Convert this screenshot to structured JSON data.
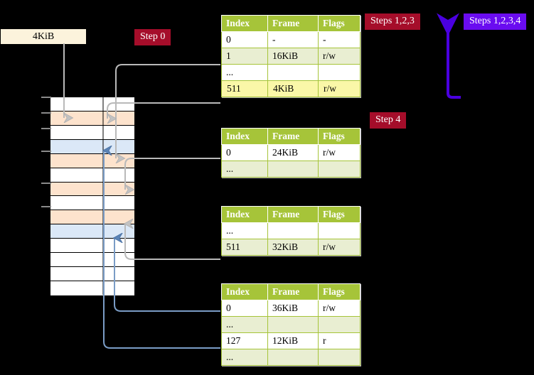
{
  "labels": {
    "step0": "Step 0",
    "step4": "Step 4",
    "steps123": "Steps 1,2,3",
    "steps1234": "Steps 1,2,3,4",
    "block_size": "4KiB"
  },
  "colors": {
    "header_green": "#a6c439",
    "row_even": "#e9eed2",
    "highlight_yellow": "#faf7a8",
    "badge_red": "#a50d2a",
    "badge_violet": "#6a0cf0",
    "block_cream": "#fcf3dc",
    "mem_peach": "#fde3cd",
    "mem_blue": "#dbe8f7",
    "connector_gray": "#b0b0b0",
    "connector_blue": "#7a9cc6"
  },
  "tables": [
    {
      "name": "pml4-table",
      "headers": [
        "Index",
        "Frame",
        "Flags"
      ],
      "rows": [
        {
          "index": "0",
          "frame": "-",
          "flags": "-",
          "highlight": false
        },
        {
          "index": "1",
          "frame": "16KiB",
          "flags": "r/w",
          "highlight": false
        },
        {
          "index": "...",
          "frame": "",
          "flags": "",
          "highlight": false
        },
        {
          "index": "511",
          "frame": "4KiB",
          "flags": "r/w",
          "highlight": true
        }
      ]
    },
    {
      "name": "pdpt-table",
      "headers": [
        "Index",
        "Frame",
        "Flags"
      ],
      "rows": [
        {
          "index": "0",
          "frame": "24KiB",
          "flags": "r/w",
          "highlight": false
        },
        {
          "index": "...",
          "frame": "",
          "flags": "",
          "highlight": false
        }
      ]
    },
    {
      "name": "pd-table",
      "headers": [
        "Index",
        "Frame",
        "Flags"
      ],
      "rows": [
        {
          "index": "...",
          "frame": "",
          "flags": "",
          "highlight": false
        },
        {
          "index": "511",
          "frame": "32KiB",
          "flags": "r/w",
          "highlight": false
        }
      ]
    },
    {
      "name": "pt-table",
      "headers": [
        "Index",
        "Frame",
        "Flags"
      ],
      "rows": [
        {
          "index": "0",
          "frame": "36KiB",
          "flags": "r/w",
          "highlight": false
        },
        {
          "index": "...",
          "frame": "",
          "flags": "",
          "highlight": false
        },
        {
          "index": "127",
          "frame": "12KiB",
          "flags": "r",
          "highlight": false
        },
        {
          "index": "...",
          "frame": "",
          "flags": "",
          "highlight": false
        }
      ]
    }
  ],
  "memory_grid": {
    "rows": [
      {
        "fill": "white"
      },
      {
        "fill": "peach"
      },
      {
        "fill": "white"
      },
      {
        "fill": "blue"
      },
      {
        "fill": "peach"
      },
      {
        "fill": "white"
      },
      {
        "fill": "peach"
      },
      {
        "fill": "white"
      },
      {
        "fill": "peach"
      },
      {
        "fill": "blue"
      },
      {
        "fill": "white"
      },
      {
        "fill": "white"
      },
      {
        "fill": "white"
      },
      {
        "fill": "white"
      }
    ]
  }
}
